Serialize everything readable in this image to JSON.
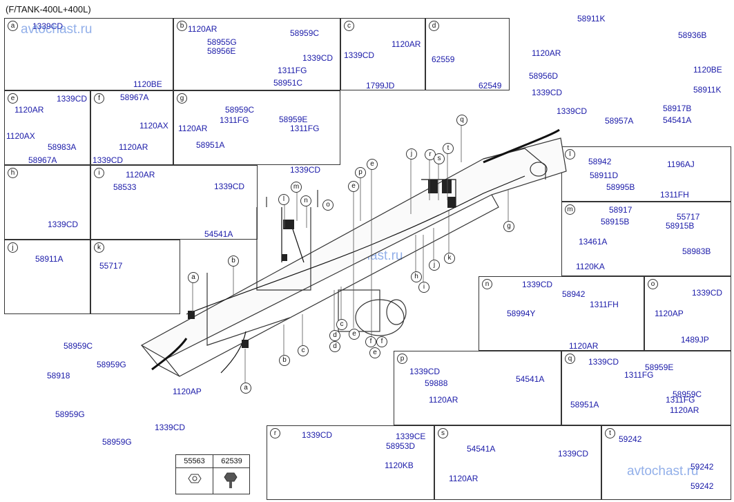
{
  "title": "(F/TANK-400L+400L)",
  "watermark": "avtochast.ru",
  "colors": {
    "label": "#1a1aa8",
    "line": "#333333",
    "watermark": "#3a6fd8"
  },
  "boxes": [
    {
      "id": "a",
      "labels": [
        "1339CD",
        "1120BE"
      ]
    },
    {
      "id": "b",
      "labels": [
        "1120AR",
        "58959C",
        "58955G",
        "58956E",
        "1339CD",
        "1311FG",
        "58951C"
      ]
    },
    {
      "id": "c",
      "labels": [
        "1339CD",
        "1120AR",
        "1799JD"
      ]
    },
    {
      "id": "d",
      "labels": [
        "62559",
        "62549"
      ]
    },
    {
      "id": "e",
      "labels": [
        "1339CD",
        "1120AR",
        "1120AX",
        "58983A",
        "58967A"
      ]
    },
    {
      "id": "f",
      "labels": [
        "58967A",
        "1120AX",
        "1120AR",
        "1339CD"
      ]
    },
    {
      "id": "g",
      "labels": [
        "58959C",
        "1311FG",
        "58959E",
        "1311FG",
        "1120AR",
        "58951A",
        "1339CD"
      ]
    },
    {
      "id": "h",
      "labels": [
        "1339CD"
      ]
    },
    {
      "id": "i",
      "labels": [
        "1120AR",
        "58533",
        "1339CD",
        "54541A"
      ]
    },
    {
      "id": "j",
      "labels": [
        "58911A"
      ]
    },
    {
      "id": "k",
      "labels": [
        "55717"
      ]
    },
    {
      "id": "l",
      "labels": [
        "58942",
        "1196AJ",
        "58911D",
        "58995B",
        "1311FH"
      ]
    },
    {
      "id": "m",
      "labels": [
        "58917",
        "55717",
        "58915B",
        "58915B",
        "13461A",
        "58983B",
        "1120KA"
      ]
    },
    {
      "id": "n",
      "labels": [
        "1339CD",
        "58942",
        "1311FH",
        "58994Y",
        "1120AR"
      ]
    },
    {
      "id": "o",
      "labels": [
        "1339CD",
        "1120AP",
        "1489JP"
      ]
    },
    {
      "id": "p",
      "labels": [
        "1339CD",
        "59888",
        "54541A",
        "1120AR"
      ]
    },
    {
      "id": "q",
      "labels": [
        "1339CD",
        "58959E",
        "1311FG",
        "58959C",
        "1311FG",
        "58951A",
        "1120AR"
      ]
    },
    {
      "id": "r",
      "labels": [
        "1339CD",
        "1339CE",
        "58953D",
        "1120KB"
      ]
    },
    {
      "id": "s",
      "labels": [
        "54541A",
        "1339CD",
        "1120AR"
      ]
    },
    {
      "id": "t",
      "labels": [
        "59242",
        "59242",
        "59242"
      ]
    }
  ],
  "top_right_labels": [
    "58911K",
    "58936B",
    "1120AR",
    "1120BE",
    "58956D",
    "58911K",
    "1339CD",
    "1339CD",
    "58917B",
    "58957A",
    "54541A"
  ],
  "bottom_left_labels": [
    "58959C",
    "58959G",
    "58918",
    "1120AP",
    "58959G",
    "1339CD",
    "58959G"
  ],
  "legend": {
    "headers": [
      "55563",
      "62539"
    ]
  },
  "frame_callouts": [
    "a",
    "b",
    "c",
    "d",
    "e",
    "e",
    "e",
    "f",
    "f",
    "g",
    "h",
    "i",
    "j",
    "j",
    "k",
    "l",
    "m",
    "n",
    "o",
    "p",
    "q",
    "r",
    "s",
    "t",
    "c",
    "d",
    "e",
    "a",
    "b"
  ]
}
